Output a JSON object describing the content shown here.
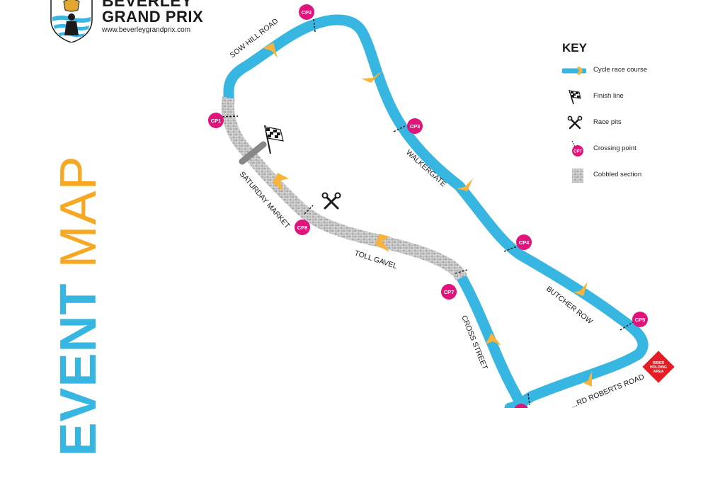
{
  "brand": {
    "name_line1": "BEVERLEY",
    "name_line2": "GRAND PRIX",
    "url": "www.beverleygrandprix.com",
    "logo_icon": "crest-icon"
  },
  "title": {
    "word1": "EVENT",
    "word2": "MAP"
  },
  "key": {
    "heading": "KEY",
    "items": [
      {
        "label": "Cycle race course",
        "icon": "course-line-icon"
      },
      {
        "label": "Finish line",
        "icon": "checkered-flag-icon"
      },
      {
        "label": "Race pits",
        "icon": "wrench-cross-icon"
      },
      {
        "label": "Crossing point",
        "icon": "crossing-point-icon",
        "sample": "CP7"
      },
      {
        "label": "Cobbled section",
        "icon": "cobbles-icon"
      }
    ]
  },
  "streets": [
    {
      "id": "sow-hill-road",
      "name": "SOW HILL ROAD"
    },
    {
      "id": "walkergate",
      "name": "WALKERGATE"
    },
    {
      "id": "saturday-market",
      "name": "SATURDAY MARKET"
    },
    {
      "id": "toll-gavel",
      "name": "TOLL GAVEL"
    },
    {
      "id": "cross-street",
      "name": "CROSS STREET"
    },
    {
      "id": "butcher-row",
      "name": "BUTCHER ROW"
    },
    {
      "id": "roberts-road",
      "name": "...RD ROBERTS ROAD"
    }
  ],
  "checkpoints": [
    "CP1",
    "CP2",
    "CP3",
    "CP4",
    "CP5",
    "CP7",
    "CP8"
  ],
  "rider_area": {
    "line1": "RIDER",
    "line2": "HOLDING",
    "line3": "AREA"
  },
  "colors": {
    "course": "#38b6e2",
    "arrow": "#f7b43c",
    "checkpoint": "#e0147b",
    "rider_area": "#e51d25",
    "cobbles": "#bdbdbd",
    "title_event": "#38b6e2",
    "title_map": "#f7a823"
  }
}
